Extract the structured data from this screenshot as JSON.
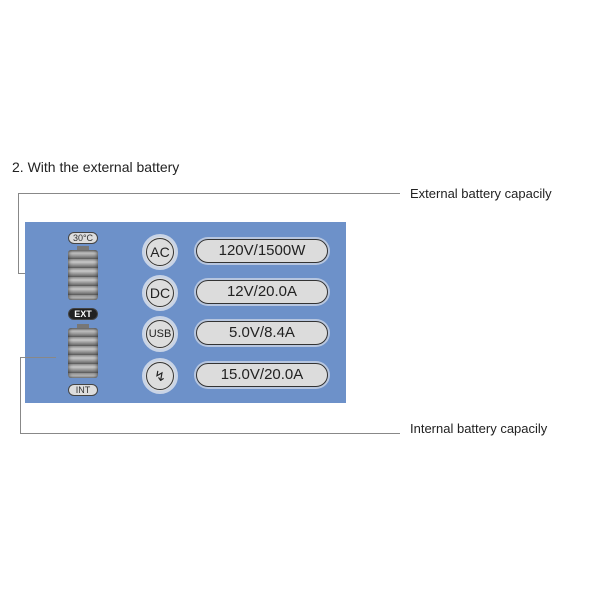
{
  "title": "2. With the external battery",
  "callouts": {
    "external": "External battery capacily",
    "internal": "Internal battery capacily"
  },
  "panel": {
    "temperature": "30°C",
    "ext_label": "EXT",
    "int_label": "INT",
    "outputs": [
      {
        "icon": "AC",
        "value": "120V/1500W"
      },
      {
        "icon": "DC",
        "value": "12V/20.0A"
      },
      {
        "icon": "USB",
        "value": "5.0V/8.4A"
      },
      {
        "icon": "lightning-icon",
        "value": "15.0V/20.0A"
      }
    ]
  },
  "colors": {
    "panel": "#6d91c9"
  }
}
